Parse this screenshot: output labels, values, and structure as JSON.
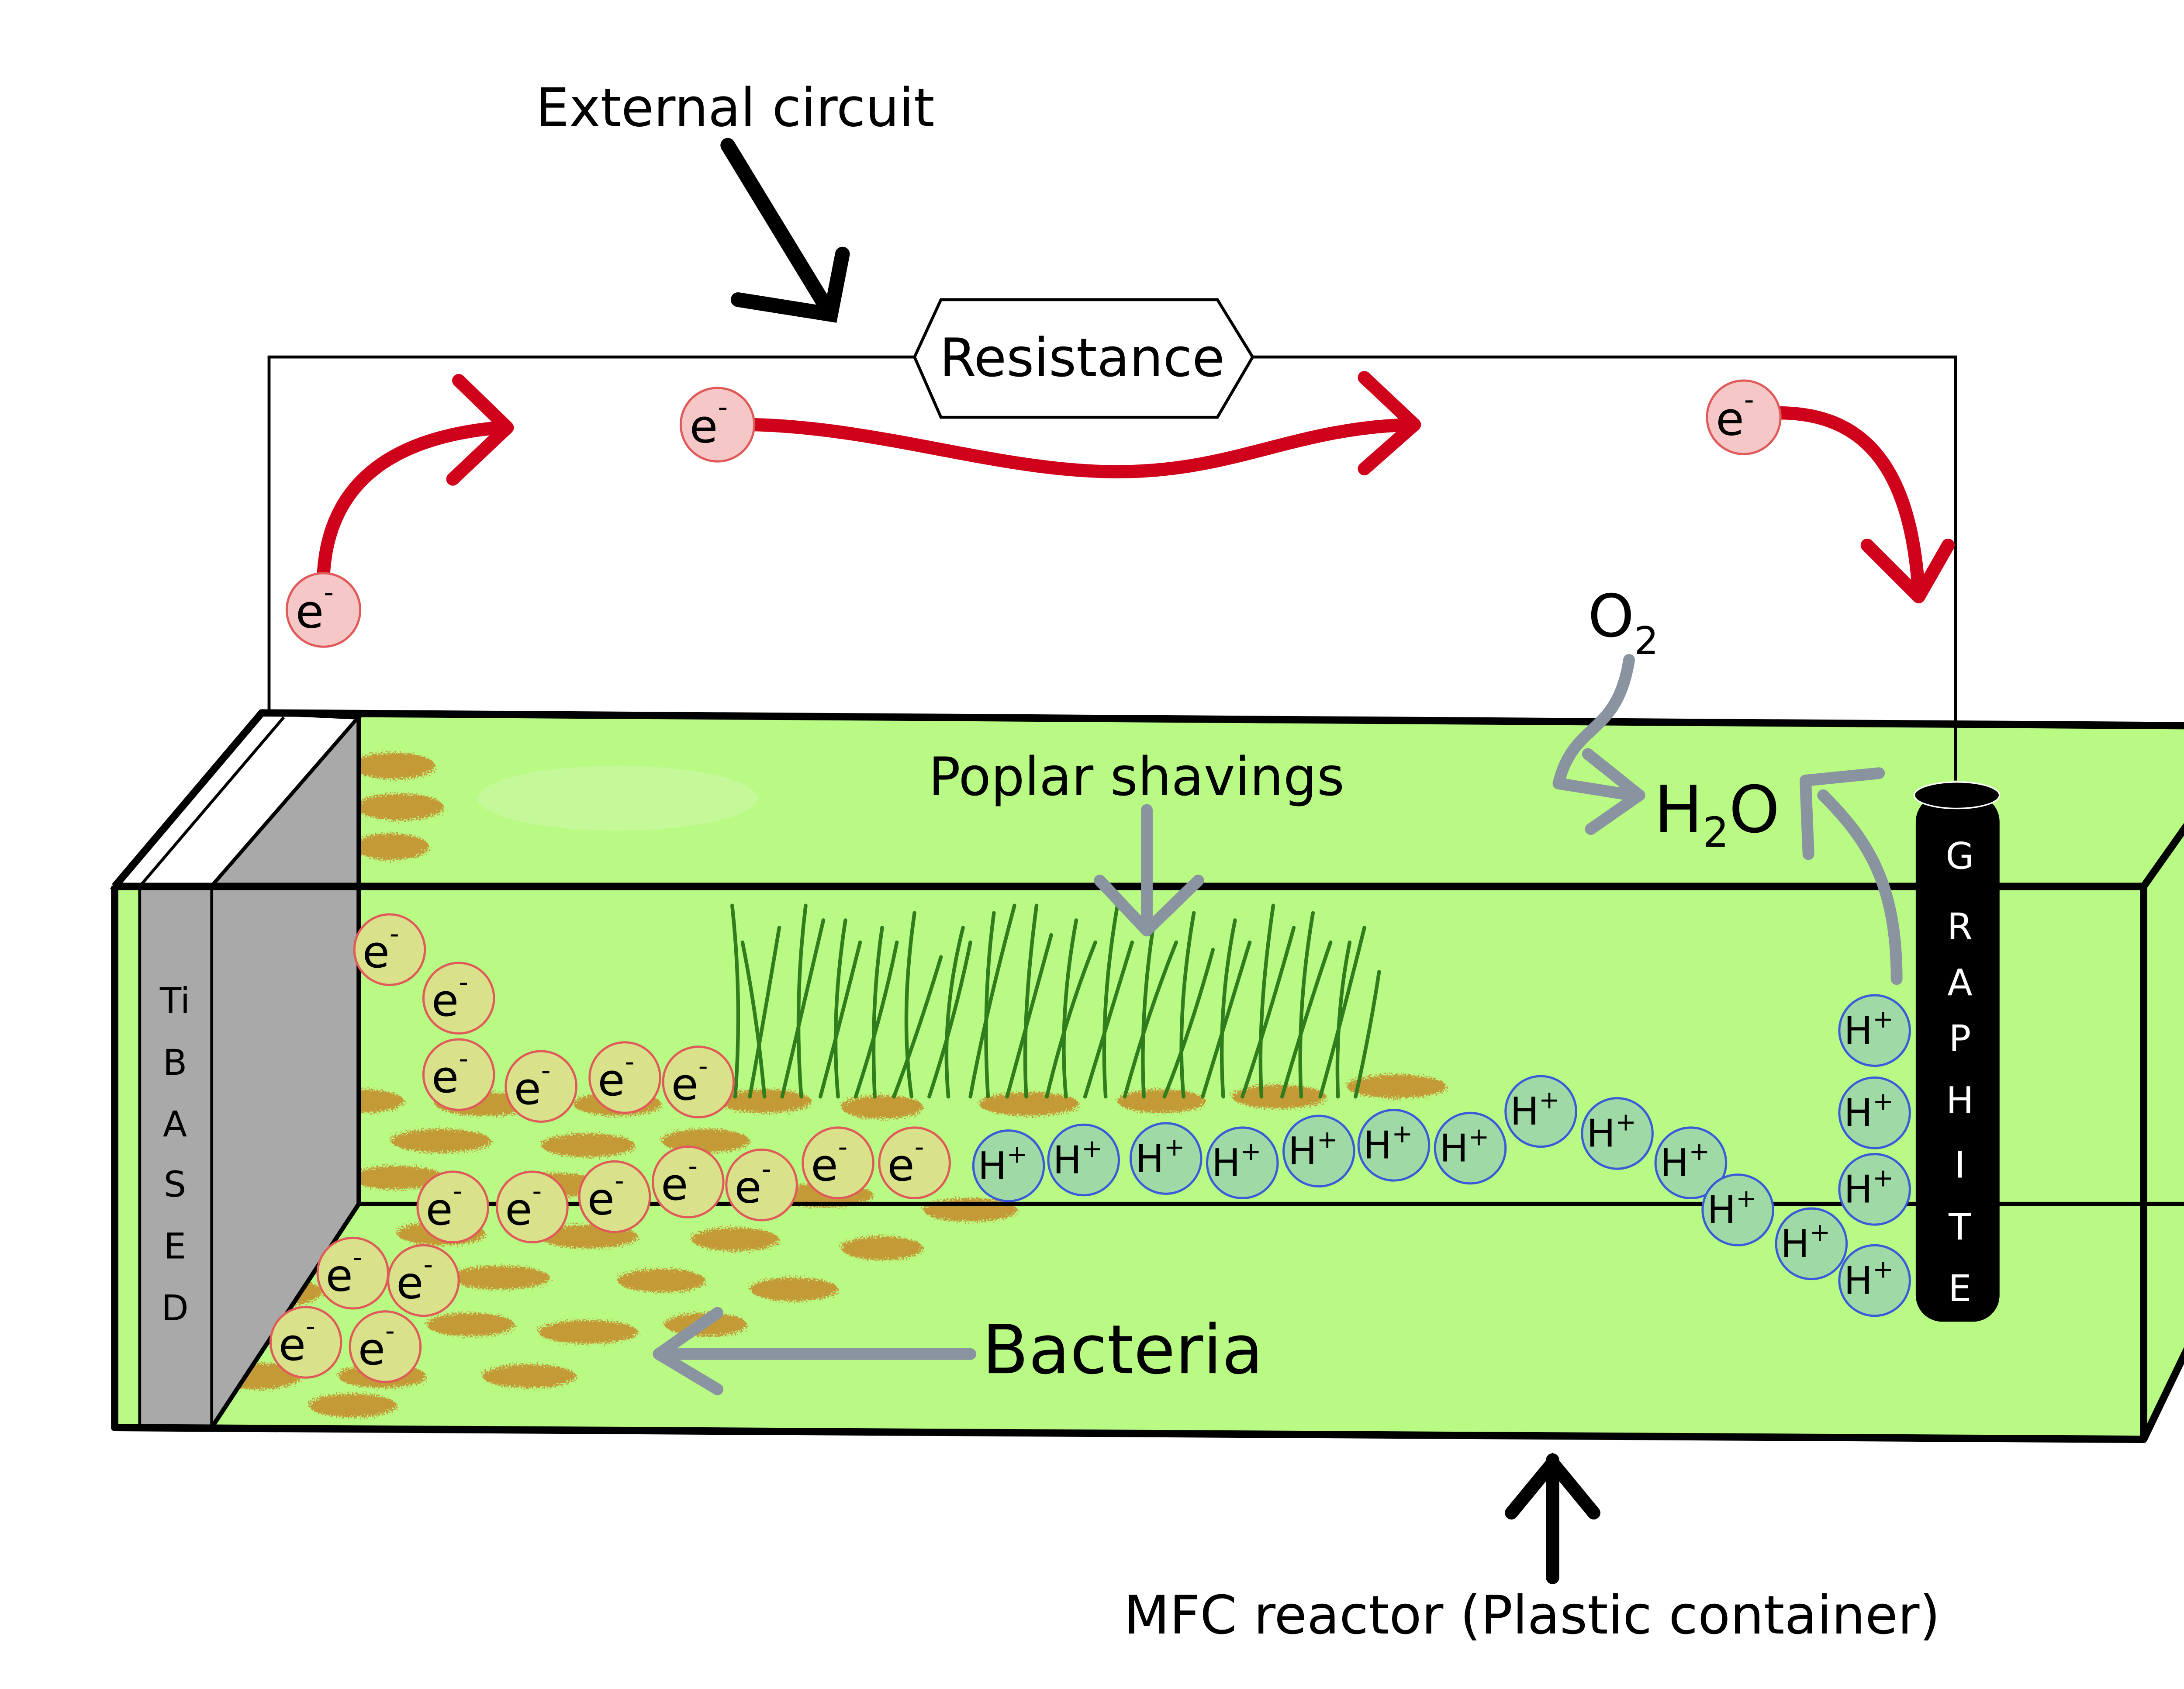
{
  "labels": {
    "external_circuit": "External circuit",
    "resistance": "Resistance",
    "poplar_shavings": "Poplar shavings",
    "bacteria": "Bacteria",
    "mfc_reactor": "MFC reactor (Plastic container)",
    "o2": {
      "base": "O",
      "sub": "2"
    },
    "h2o": {
      "base": "H",
      "sub": "2",
      "tail": "O"
    }
  },
  "anode_label": [
    "Ti",
    "B",
    "A",
    "S",
    "E",
    "D"
  ],
  "cathode_label": [
    "G",
    "R",
    "A",
    "P",
    "H",
    "I",
    "T",
    "E"
  ],
  "particles": {
    "electron": {
      "base": "e",
      "sup": "-"
    },
    "proton": {
      "base": "H",
      "sup": "+"
    }
  },
  "colors": {
    "medium": "#b9fa84",
    "electron_arrow": "#d0021b",
    "electron_fill_circuit": "#f6c7c7",
    "electron_fill_reactor": "#d9e18a",
    "proton_fill": "#9fd9a5",
    "proton_stroke": "#3a5bd9",
    "flow_arrow": "#8a93a0",
    "graphite": "#000000",
    "anode": "#a9a9a9"
  }
}
